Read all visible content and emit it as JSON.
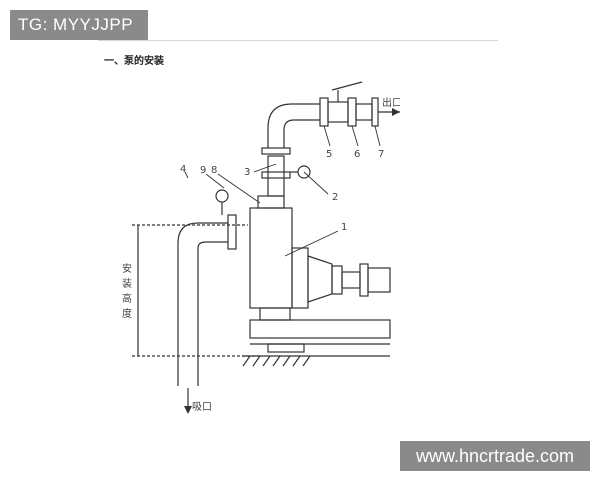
{
  "tag_badge": "TG: MYYJJPP",
  "website_badge": "www.hncrtrade.com",
  "section_heading": "一、泵的安装",
  "diagram": {
    "callouts": [
      "1",
      "2",
      "3",
      "4",
      "5",
      "6",
      "7",
      "8",
      "9"
    ],
    "outlet_label": "出口",
    "inlet_label": "吸口",
    "install_height_label": [
      "安",
      "装",
      "高",
      "度"
    ]
  },
  "colors": {
    "badge_bg": "#8a8a8a",
    "badge_text": "#ffffff",
    "line": "#333333"
  }
}
